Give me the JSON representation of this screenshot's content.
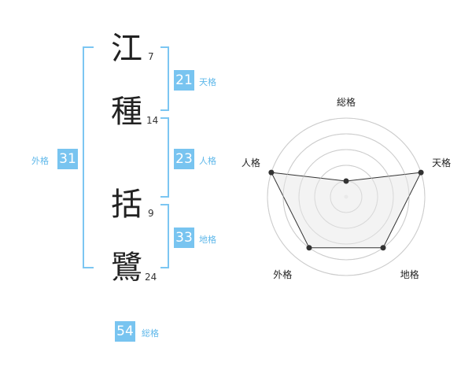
{
  "name": {
    "chars": [
      {
        "char": "江",
        "strokes": "7"
      },
      {
        "char": "種",
        "strokes": "14"
      },
      {
        "char": "括",
        "strokes": "9"
      },
      {
        "char": "鷺",
        "strokes": "24"
      }
    ]
  },
  "kaku": {
    "tenkaku": {
      "value": "21",
      "label": "天格"
    },
    "jinkaku": {
      "value": "23",
      "label": "人格"
    },
    "chikaku": {
      "value": "33",
      "label": "地格"
    },
    "gaikaku": {
      "value": "31",
      "label": "外格"
    },
    "soukaku": {
      "value": "54",
      "label": "総格"
    }
  },
  "colors": {
    "accent": "#78c4f0",
    "bracket": "#7cc6f2",
    "radar_fill": "#f1f1f1",
    "radar_grid": "#cccccc",
    "radar_line": "#333333"
  },
  "chart_data": {
    "type": "radar",
    "axes": [
      "総格",
      "天格",
      "地格",
      "外格",
      "人格"
    ],
    "values": [
      1,
      5,
      4,
      4,
      5
    ],
    "range": [
      0,
      5
    ],
    "rings": 5
  }
}
